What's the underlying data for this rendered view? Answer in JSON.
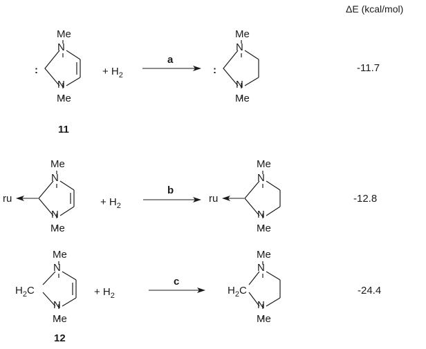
{
  "header": {
    "energy_label": "ΔE (kcal/mol)"
  },
  "atoms": {
    "methyl": "Me",
    "nitrogen": "N",
    "lone_pair": ":",
    "metal": "ru",
    "ch2_C": "C",
    "ch2_H": "H",
    "ch2_sub": "2"
  },
  "reagent": {
    "plus_h": "+ H",
    "h_sub": "2"
  },
  "reactions": [
    {
      "step": "a",
      "energy": "-11.7",
      "compound": "11"
    },
    {
      "step": "b",
      "energy": "-12.8",
      "compound": ""
    },
    {
      "step": "c",
      "energy": "-24.4",
      "compound": "12"
    }
  ]
}
